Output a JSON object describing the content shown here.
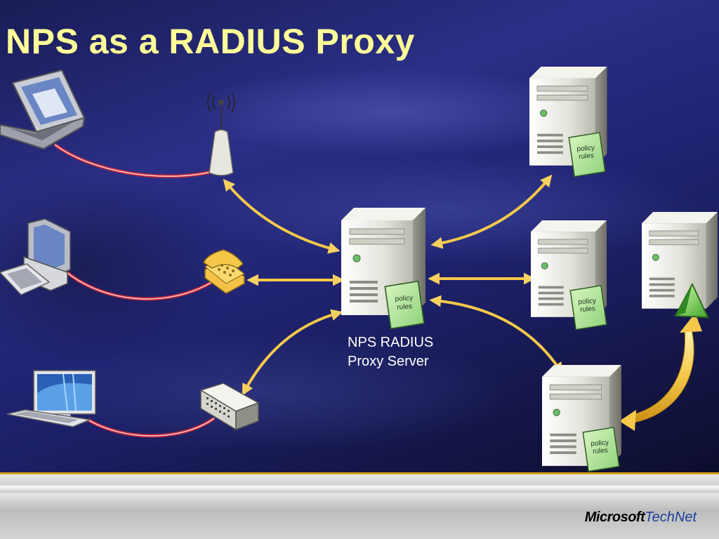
{
  "slide": {
    "title": "NPS as a RADIUS Proxy",
    "proxy_caption_line1": "NPS RADIUS",
    "proxy_caption_line2": "Proxy Server",
    "policy_label_line1": "policy",
    "policy_label_line2": "rules"
  },
  "footer": {
    "brand": "Microsoft",
    "product": "TechNet"
  },
  "colors": {
    "title": "#ffff99",
    "arrow": "#f5c84a",
    "link": "#c0283a",
    "rule": "#d8a21c"
  },
  "icons": [
    "laptop-icon",
    "wireless-access-point-icon",
    "desktop-pc-icon",
    "telephone-icon",
    "flat-screen-pc-icon",
    "network-switch-icon",
    "server-icon",
    "policy-rules-icon",
    "triangle-icon"
  ]
}
